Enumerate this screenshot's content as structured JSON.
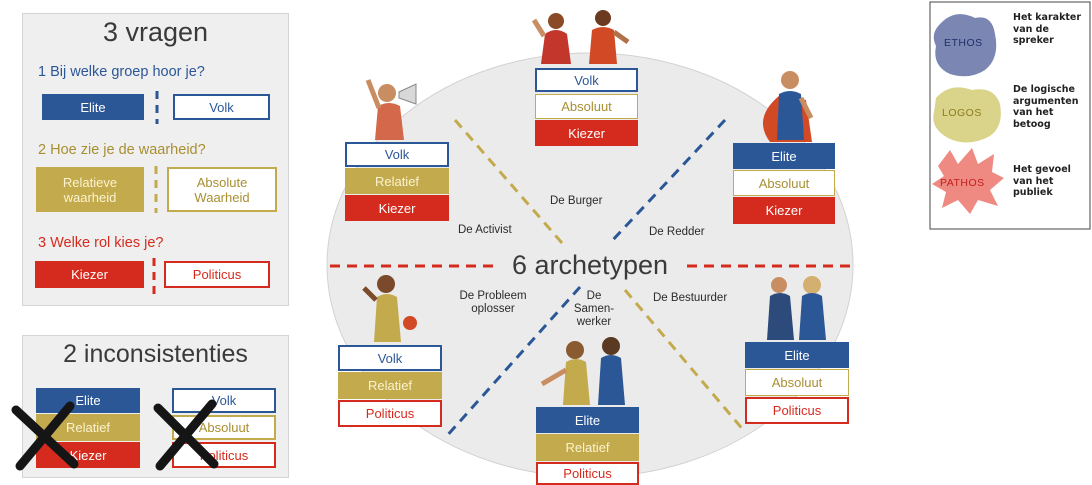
{
  "vragen": {
    "title": "3 vragen",
    "q1": "1 Bij welke groep hoor je?",
    "q1_options": [
      "Elite",
      "Volk"
    ],
    "q2": "2 Hoe zie je de waarheid?",
    "q2_options": [
      "Relatieve waarheid",
      "Absolute Waarheid"
    ],
    "q3": "3 Welke rol kies je?",
    "q3_options": [
      "Kiezer",
      "Politicus"
    ]
  },
  "inconsistenties": {
    "title": "2 inconsistenties",
    "left": [
      "Elite",
      "Relatief",
      "Kiezer"
    ],
    "right": [
      "Volk",
      "Absoluut",
      "Politicus"
    ]
  },
  "center_title": "6 archetypen",
  "archetypes": [
    {
      "name": "De Burger",
      "stack": [
        "Volk",
        "Absoluut",
        "Kiezer"
      ]
    },
    {
      "name": "De Activist",
      "stack": [
        "Volk",
        "Relatief",
        "Kiezer"
      ]
    },
    {
      "name": "De Redder",
      "stack": [
        "Elite",
        "Absoluut",
        "Kiezer"
      ]
    },
    {
      "name": "De Probleem oplosser",
      "stack": [
        "Volk",
        "Relatief",
        "Politicus"
      ]
    },
    {
      "name": "De Samen- werker",
      "stack": [
        "Elite",
        "Relatief",
        "Politicus"
      ]
    },
    {
      "name": "De Bestuurder",
      "stack": [
        "Elite",
        "Absoluut",
        "Politicus"
      ]
    }
  ],
  "legend": [
    {
      "label": "ETHOS",
      "text": "Het karakter van de spreker",
      "color": "#7b86b3"
    },
    {
      "label": "LOGOS",
      "text": "De logische argumenten van het betoog",
      "color": "#d9d48a"
    },
    {
      "label": "PATHOS",
      "text": "Het gevoel van het publiek",
      "color": "#ef8a83"
    }
  ],
  "colors": {
    "elite": "#2c5797",
    "relatief": "#c3aa4c",
    "kiezer": "#d52b1e",
    "ellipse": "#ebebeb"
  }
}
